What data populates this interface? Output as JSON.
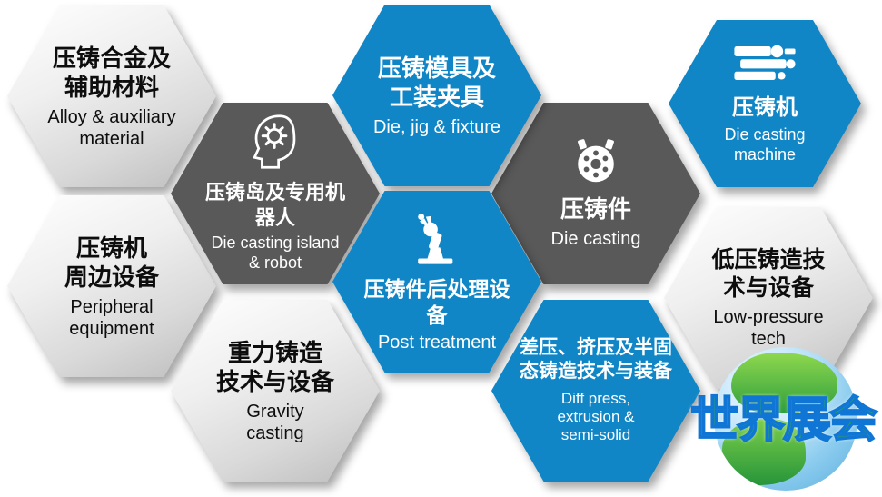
{
  "hexagons": {
    "alloy": {
      "zh": [
        "压铸合金及",
        "辅助材料"
      ],
      "en": [
        "Alloy & auxiliary",
        "material"
      ]
    },
    "peripheral": {
      "zh": [
        "压铸机",
        "周边设备"
      ],
      "en": [
        "Peripheral",
        "equipment"
      ]
    },
    "island": {
      "zh": [
        "压铸岛及专用机器人"
      ],
      "en": [
        "Die casting island",
        "& robot"
      ]
    },
    "gravity": {
      "zh": [
        "重力铸造",
        "技术与设备"
      ],
      "en": [
        "Gravity",
        "casting"
      ]
    },
    "die_jig": {
      "zh": [
        "压铸模具及",
        "工装夹具"
      ],
      "en": [
        "Die, jig & fixture"
      ]
    },
    "post": {
      "zh": [
        "压铸件后处理设备"
      ],
      "en": [
        "Post treatment"
      ]
    },
    "die_casting": {
      "zh": [
        "压铸件"
      ],
      "en": [
        "Die casting"
      ]
    },
    "diff": {
      "zh": [
        "差压、挤压及半固",
        "态铸造技术与装备"
      ],
      "en": [
        "Diff press,",
        "extrusion &",
        "semi-solid"
      ]
    },
    "machine": {
      "zh": [
        "压铸机"
      ],
      "en": [
        "Die casting",
        "machine"
      ]
    },
    "low_pressure": {
      "zh": [
        "低压铸造技",
        "术与设备"
      ],
      "en": [
        "Low-pressure",
        "tech"
      ]
    }
  },
  "icons": {
    "island": "head-gear-icon",
    "post": "robot-arm-icon",
    "die_casting": "cast-part-icon",
    "machine": "die-casting-machine-icon",
    "logo": "globe-icon"
  },
  "colors": {
    "blue": "#1086c7",
    "dark_gray": "#595959",
    "light_gray": "#d9d9d9",
    "logo_green": "#2fae3e",
    "logo_blue": "#1076d6"
  },
  "logo": {
    "text": "世界展会"
  }
}
